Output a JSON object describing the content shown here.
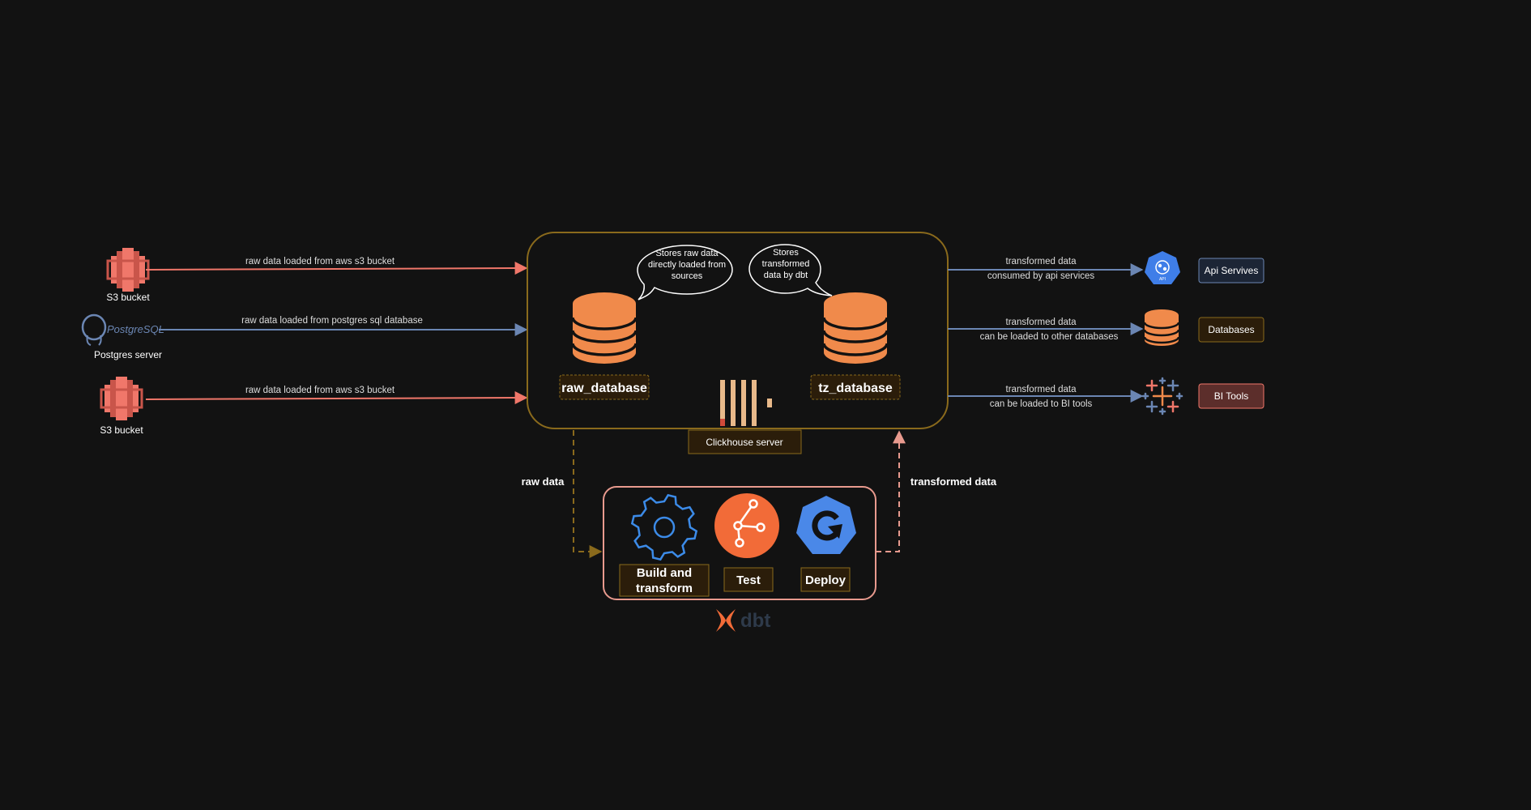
{
  "sources": {
    "s3_top": {
      "label": "S3 bucket",
      "edge_label": "raw data loaded from aws s3 bucket"
    },
    "postgres": {
      "label": "Postgres server",
      "logo_text": "PostgreSQL",
      "edge_label": "raw data loaded from postgres sql database"
    },
    "s3_bottom": {
      "label": "S3 bucket",
      "edge_label": "raw data loaded from aws s3 bucket"
    }
  },
  "clickhouse": {
    "label": "Clickhouse server",
    "raw_db": {
      "label": "raw_database",
      "note": [
        "Stores raw data",
        "directly loaded from",
        "sources"
      ]
    },
    "tz_db": {
      "label": "tz_database",
      "note": [
        "Stores",
        "transformed",
        "data by dbt"
      ]
    }
  },
  "outputs": {
    "api": {
      "label": "Api Servives",
      "icon_text": "API",
      "edge_label": [
        "transformed data",
        "consumed by api services"
      ]
    },
    "databases": {
      "label": "Databases",
      "edge_label": [
        "transformed data",
        "can be loaded to other databases"
      ]
    },
    "bi": {
      "label": "BI Tools",
      "edge_label": [
        "transformed data",
        "can be loaded to BI tools"
      ]
    }
  },
  "dbt": {
    "logo_text": "dbt",
    "raw_edge_label": "raw data",
    "transformed_edge_label": "transformed data",
    "steps": {
      "build": {
        "label": [
          "Build and",
          "transform"
        ]
      },
      "test": {
        "label": "Test"
      },
      "deploy": {
        "label": "Deploy"
      }
    }
  },
  "colors": {
    "background": "#121212",
    "s3": "#f0776a",
    "postgres_line": "#6b86b3",
    "clickhouse_border": "#8a6a1c",
    "db_orange": "#f08a4b",
    "label_box_fill": "#2b1d0a",
    "blue_line": "#6b86b3",
    "api_blue": "#3f7ee8",
    "dbt_border": "#e89a8e",
    "dbt_orange": "#f26b38",
    "gear_blue": "#3c8be8",
    "deploy_blue": "#4a88e8",
    "bi_box_fill": "#5c2e2b",
    "api_box_fill": "#1c2535"
  }
}
